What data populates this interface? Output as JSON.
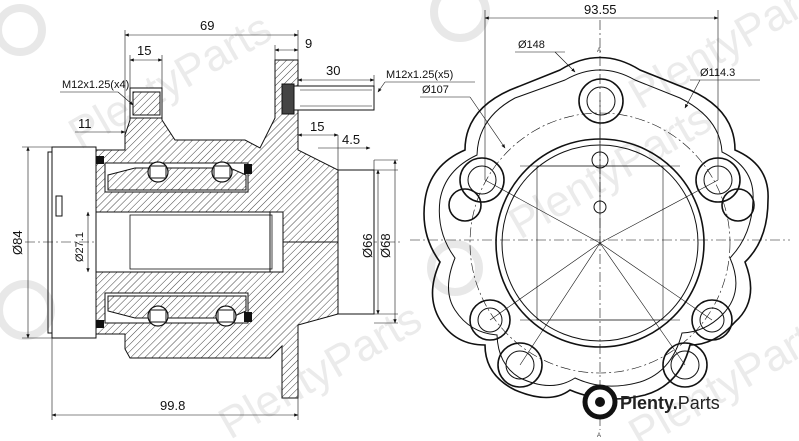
{
  "side_view": {
    "dim_69": "69",
    "dim_15_top": "15",
    "dim_9": "9",
    "dim_30": "30",
    "thread_left": "M12x1.25(x4)",
    "thread_right": "M12x1.25(x5)",
    "dim_11": "11",
    "dim_15_mid": "15",
    "dim_4_5": "4.5",
    "dia_84": "Ø84",
    "dia_27_1": "Ø27.1",
    "dia_66": "Ø66",
    "dia_68": "Ø68",
    "dim_99_8": "99.8"
  },
  "front_view": {
    "dim_93_55": "93.55",
    "dia_148": "Ø148",
    "dia_114_3": "Ø114.3",
    "dia_107": "Ø107",
    "mark_a": "A"
  },
  "watermark": {
    "text": "PlentyParts"
  },
  "logo": {
    "word1": "Plenty",
    "dot": ".",
    "word2": "Parts",
    "icon": "brake-disc-icon"
  }
}
